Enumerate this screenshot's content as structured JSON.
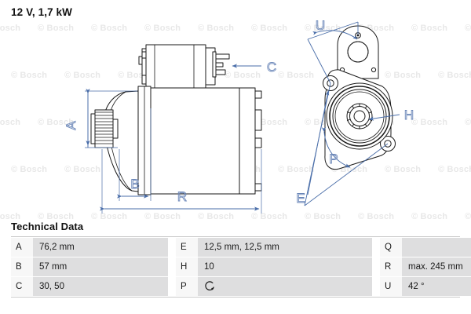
{
  "document": {
    "title": "12 V, 1,7 kW",
    "watermark_text": "© Bosch",
    "brand_accent": "#4a6ea9",
    "line_color": "#1a1a1a",
    "band_color": "#dededf"
  },
  "drawings": {
    "side_view": {
      "name": "starter-motor-side-view",
      "dimension_labels": [
        {
          "key": "A",
          "text": "A",
          "role": "pinion-outer-diameter"
        },
        {
          "key": "B",
          "text": "B",
          "role": "nose-length"
        },
        {
          "key": "C",
          "text": "C",
          "role": "terminal-callout"
        },
        {
          "key": "R",
          "text": "R",
          "role": "overall-length"
        }
      ]
    },
    "front_view": {
      "name": "starter-motor-front-view",
      "dimension_labels": [
        {
          "key": "U",
          "text": "U",
          "role": "mounting-angle"
        },
        {
          "key": "H",
          "text": "H",
          "role": "pinion-teeth-callout"
        },
        {
          "key": "P",
          "text": "P",
          "role": "rotation-direction"
        },
        {
          "key": "E",
          "text": "E",
          "role": "mounting-hole-diameter"
        }
      ]
    }
  },
  "technical_data": {
    "heading": "Technical Data",
    "rows": [
      {
        "left": {
          "key": "A",
          "value": "76,2 mm"
        },
        "middle": {
          "key": "E",
          "value": "12,5 mm, 12,5 mm"
        },
        "right": {
          "key": "Q",
          "value": ""
        }
      },
      {
        "left": {
          "key": "B",
          "value": "57 mm"
        },
        "middle": {
          "key": "H",
          "value": "10"
        },
        "right": {
          "key": "R",
          "value": "max. 245 mm"
        }
      },
      {
        "left": {
          "key": "C",
          "value": "30, 50"
        },
        "middle": {
          "key": "P",
          "value": "",
          "icon": "rotation-clockwise-icon"
        },
        "right": {
          "key": "U",
          "value": "42 °"
        }
      }
    ]
  }
}
